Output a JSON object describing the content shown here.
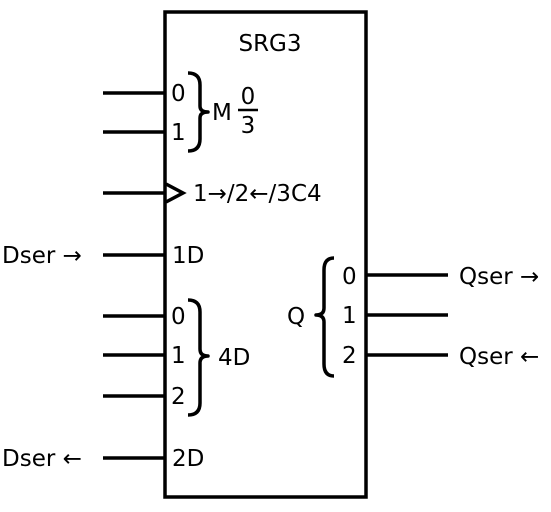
{
  "block": {
    "title": "SRG3"
  },
  "mode_inputs": {
    "pin_labels": [
      "0",
      "1"
    ],
    "function_letter": "M",
    "function_numerator": "0",
    "function_denominator": "3"
  },
  "clock_input": {
    "label": "1→/2←/3C4"
  },
  "inputs": {
    "dser_right_label": "1D",
    "data_pin_labels": [
      "0",
      "1",
      "2"
    ],
    "data_group_label": "4D",
    "dser_left_label": "2D"
  },
  "external_labels": {
    "dser_right": "Dser →",
    "dser_left": "Dser ←",
    "qser_right": "Qser →",
    "qser_left": "Qser ←"
  },
  "outputs": {
    "group_label": "Q",
    "pin_labels": [
      "0",
      "1",
      "2"
    ]
  },
  "colors": {
    "stroke": "#000000",
    "background": "#ffffff"
  }
}
